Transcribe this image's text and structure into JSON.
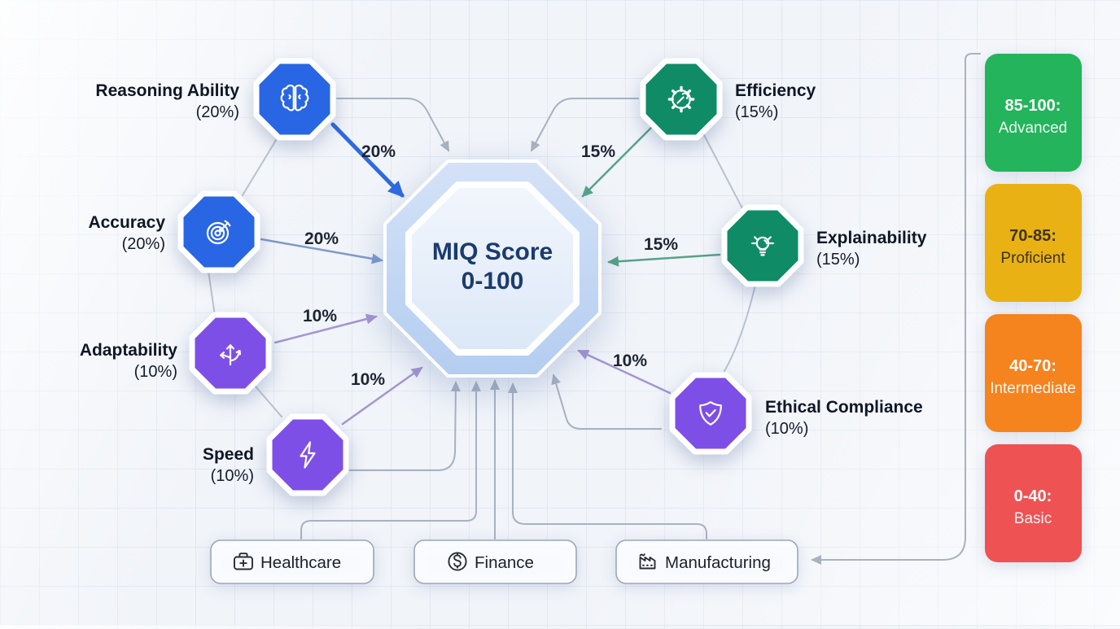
{
  "center": {
    "line1": "MIQ Score",
    "line2": "0-100"
  },
  "factors": [
    {
      "id": "reasoning",
      "label": "Reasoning Ability",
      "weight": "(20%)",
      "pct": "20%",
      "color": "#2966e3",
      "icon": "brain-icon"
    },
    {
      "id": "accuracy",
      "label": "Accuracy",
      "weight": "(20%)",
      "pct": "20%",
      "color": "#2966e3",
      "icon": "target-icon"
    },
    {
      "id": "adaptability",
      "label": "Adaptability",
      "weight": "(10%)",
      "pct": "10%",
      "color": "#7e4fe6",
      "icon": "branch-arrows-icon"
    },
    {
      "id": "speed",
      "label": "Speed",
      "weight": "(10%)",
      "pct": "10%",
      "color": "#7e4fe6",
      "icon": "lightning-icon"
    },
    {
      "id": "efficiency",
      "label": "Efficiency",
      "weight": "(15%)",
      "pct": "15%",
      "color": "#0f8c66",
      "icon": "gear-wrench-icon"
    },
    {
      "id": "explainability",
      "label": "Explainability",
      "weight": "(15%)",
      "pct": "15%",
      "color": "#0f8c66",
      "icon": "lightbulb-icon"
    },
    {
      "id": "ethical",
      "label": "Ethical Compliance",
      "weight": "(10%)",
      "pct": "10%",
      "color": "#7e4fe6",
      "icon": "shield-check-icon"
    }
  ],
  "industries": [
    {
      "label": "Healthcare",
      "icon": "medical-bag-icon"
    },
    {
      "label": "Finance",
      "icon": "dollar-circle-icon"
    },
    {
      "label": "Manufacturing",
      "icon": "factory-icon"
    }
  ],
  "legend": [
    {
      "range": "85-100:",
      "level": "Advanced",
      "color": "#23b45c",
      "text_color": "#ffffff"
    },
    {
      "range": "70-85:",
      "level": "Proficient",
      "color": "#e9b114",
      "text_color": "#3c3512"
    },
    {
      "range": "40-70:",
      "level": "Intermediate",
      "color": "#f5831e",
      "text_color": "#ffffff"
    },
    {
      "range": "0-40:",
      "level": "Basic",
      "color": "#ee5253",
      "text_color": "#ffffff"
    }
  ],
  "colors": {
    "arrow_blue": "#2e6ae0",
    "arrow_steel": "#7e9ac9",
    "arrow_purple": "#a495d2",
    "arrow_green": "#57a287",
    "connector_gray": "#a9b2c0",
    "center_ring": "#bcd2f1",
    "center_fill": "#e7effb",
    "center_text": "#1c3b6e",
    "background": "#f1f4f9"
  }
}
